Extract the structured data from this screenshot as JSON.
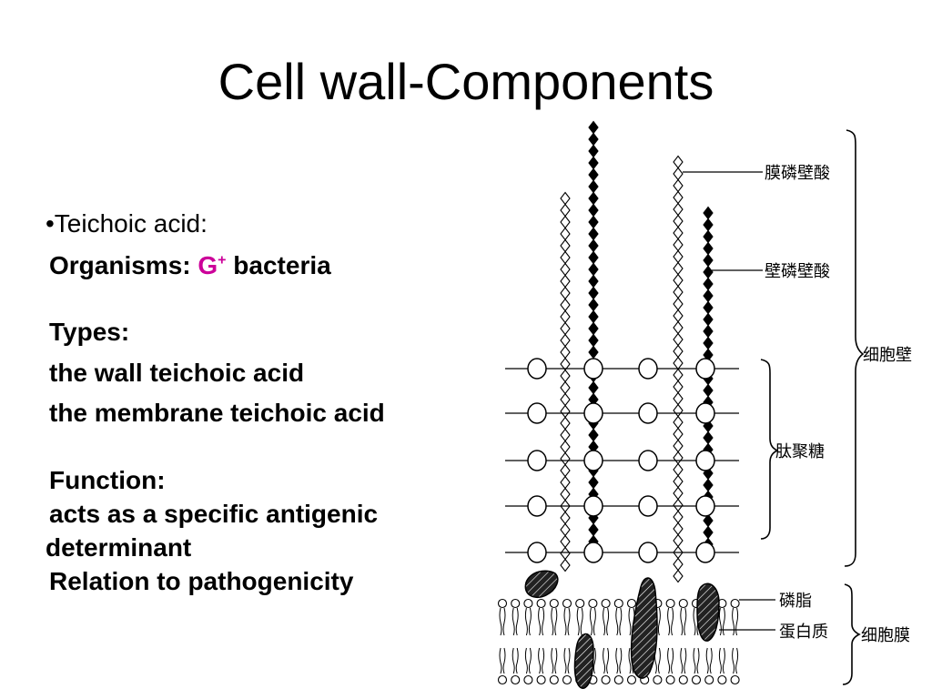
{
  "slide": {
    "title": "Cell wall-Components"
  },
  "content": {
    "bullet": "•Teichoic acid:",
    "organisms_label": "Organisms:",
    "organisms_g": "G",
    "organisms_sup": "+",
    "organisms_rest": " bacteria",
    "types_label": "Types:",
    "type_1": "the wall teichoic acid",
    "type_2": "the membrane teichoic acid",
    "function_label": "Function:",
    "function_1a": "acts as a specific antigenic",
    "function_1b": "determinant",
    "function_2": "Relation to pathogenicity"
  },
  "diagram": {
    "labels": {
      "membrane_teichoic_acid": "膜磷壁酸",
      "wall_teichoic_acid": "壁磷壁酸",
      "cell_wall": "细胞壁",
      "peptidoglycan": "肽聚糖",
      "phospholipid": "磷脂",
      "protein": "蛋白质",
      "cell_membrane": "细胞膜"
    },
    "colors": {
      "magenta": "#cc0099",
      "ink": "#000000"
    }
  }
}
